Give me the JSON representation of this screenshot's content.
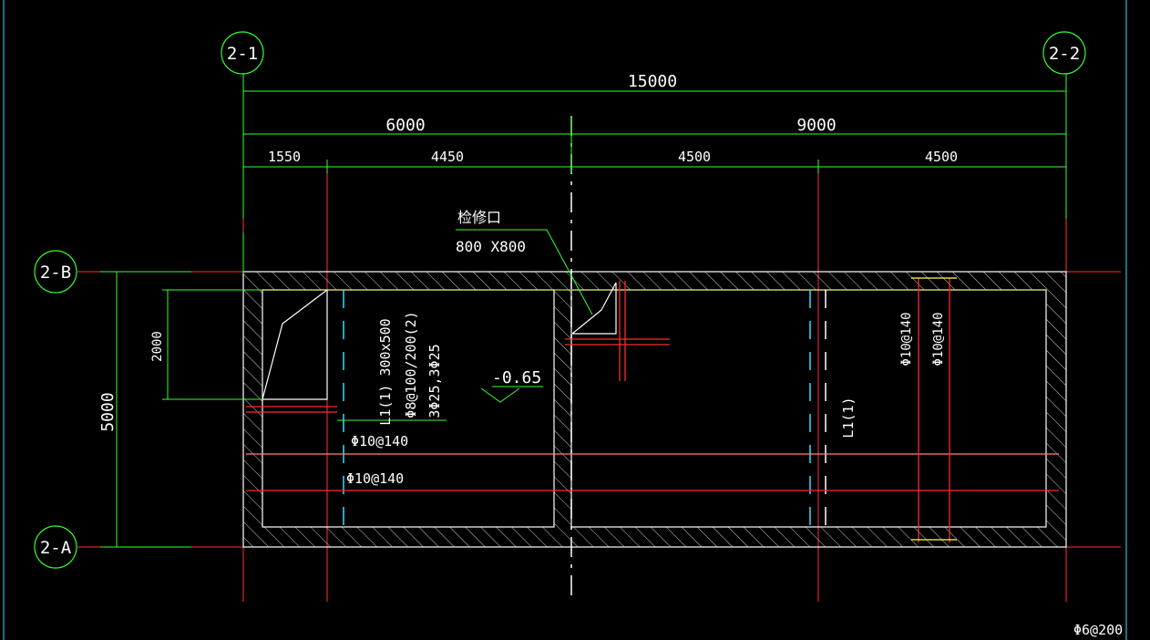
{
  "axes": {
    "top_left": "2-1",
    "top_right": "2-2",
    "left_upper": "2-B",
    "left_lower": "2-A"
  },
  "dimensions": {
    "overall": "15000",
    "segment_a": "6000",
    "segment_b": "9000",
    "sub_1": "1550",
    "sub_2": "4450",
    "sub_3": "4500",
    "sub_4": "4500",
    "vertical_total": "5000",
    "opening_height": "2000"
  },
  "annotations": {
    "hatch_label": "检修口",
    "hatch_size": "800 X800",
    "beam_L1_line1": "L1(1) 300x500",
    "beam_L1_line2": "Φ8@100/200(2)",
    "beam_L1_line3": "3Φ25,3Φ25",
    "beam_L1_short": "L1(1)",
    "elevation": "-0.65",
    "rebar_1": "Φ10@140",
    "rebar_2": "Φ10@140",
    "rebar_v1": "Φ10@140",
    "rebar_v2": "Φ10@140",
    "corner_note": "Φ6@200"
  },
  "colors": {
    "background": "#000000",
    "axis_line": "#ff3030",
    "dimension": "#33ff33",
    "wall": "#ffffff",
    "rebar": "#ff2a2a",
    "beam_dash": "#33e0ff",
    "inner_edge": "#ffff66"
  }
}
